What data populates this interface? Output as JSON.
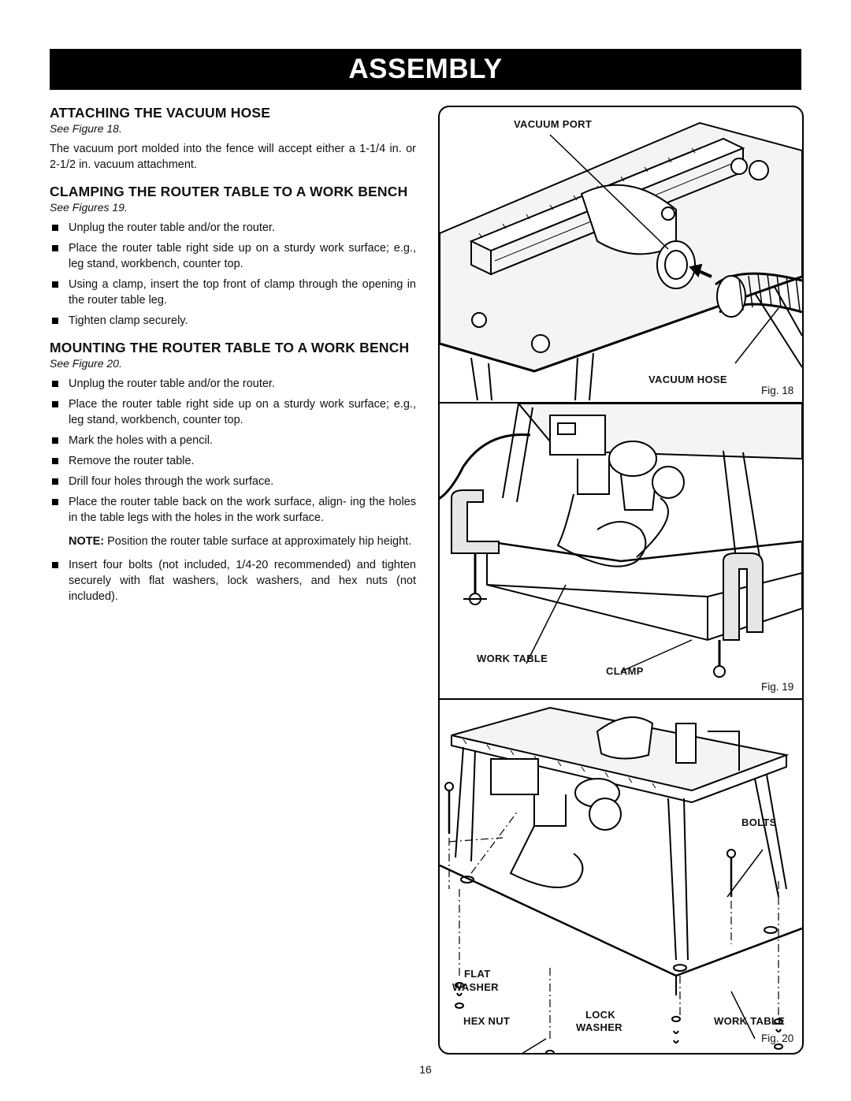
{
  "banner": "ASSEMBLY",
  "section1": {
    "heading": "ATTACHING THE VACUUM HOSE",
    "see": "See Figure 18.",
    "para": "The vacuum port molded into the fence will accept either a 1-1/4 in. or 2-1/2 in. vacuum attachment."
  },
  "section2": {
    "heading": "CLAMPING THE ROUTER TABLE TO A WORK BENCH",
    "see": "See Figures 19.",
    "bullets": [
      "Unplug the router table and/or the router.",
      "Place the router table right side up on a sturdy work surface; e.g., leg stand, workbench, counter top.",
      "Using a clamp, insert the top front of clamp through the opening in the router table leg.",
      "Tighten clamp securely."
    ]
  },
  "section3": {
    "heading": "MOUNTING THE ROUTER TABLE TO A WORK BENCH",
    "see": "See Figure 20.",
    "bullets": [
      "Unplug the router table and/or the router.",
      "Place the router table right side up on a sturdy work surface; e.g., leg stand, workbench, counter top.",
      "Mark the holes with a pencil.",
      "Remove the router table.",
      "Drill four holes through the work surface.",
      "Place the router table back on the work surface, align- ing the holes in the table legs with the holes in the work surface."
    ],
    "note_label": "NOTE:",
    "note_text": " Position the router table surface at approximately hip height.",
    "last_bullet": "Insert four bolts (not included, 1/4-20 recommended) and tighten securely with flat washers, lock washers, and hex nuts (not included)."
  },
  "fig18": {
    "label_port": "VACUUM PORT",
    "label_hose": "VACUUM HOSE",
    "figno": "Fig. 18"
  },
  "fig19": {
    "label_table": "WORK TABLE",
    "label_clamp": "CLAMP",
    "figno": "Fig. 19"
  },
  "fig20": {
    "label_bolts": "BOLTS",
    "label_flat": "FLAT",
    "label_washer": "WASHER",
    "label_hexnut": "HEX NUT",
    "label_lock": "LOCK",
    "label_lockwasher": "WASHER",
    "label_table": "WORK TABLE",
    "figno": "Fig. 20"
  },
  "page_number": "16"
}
